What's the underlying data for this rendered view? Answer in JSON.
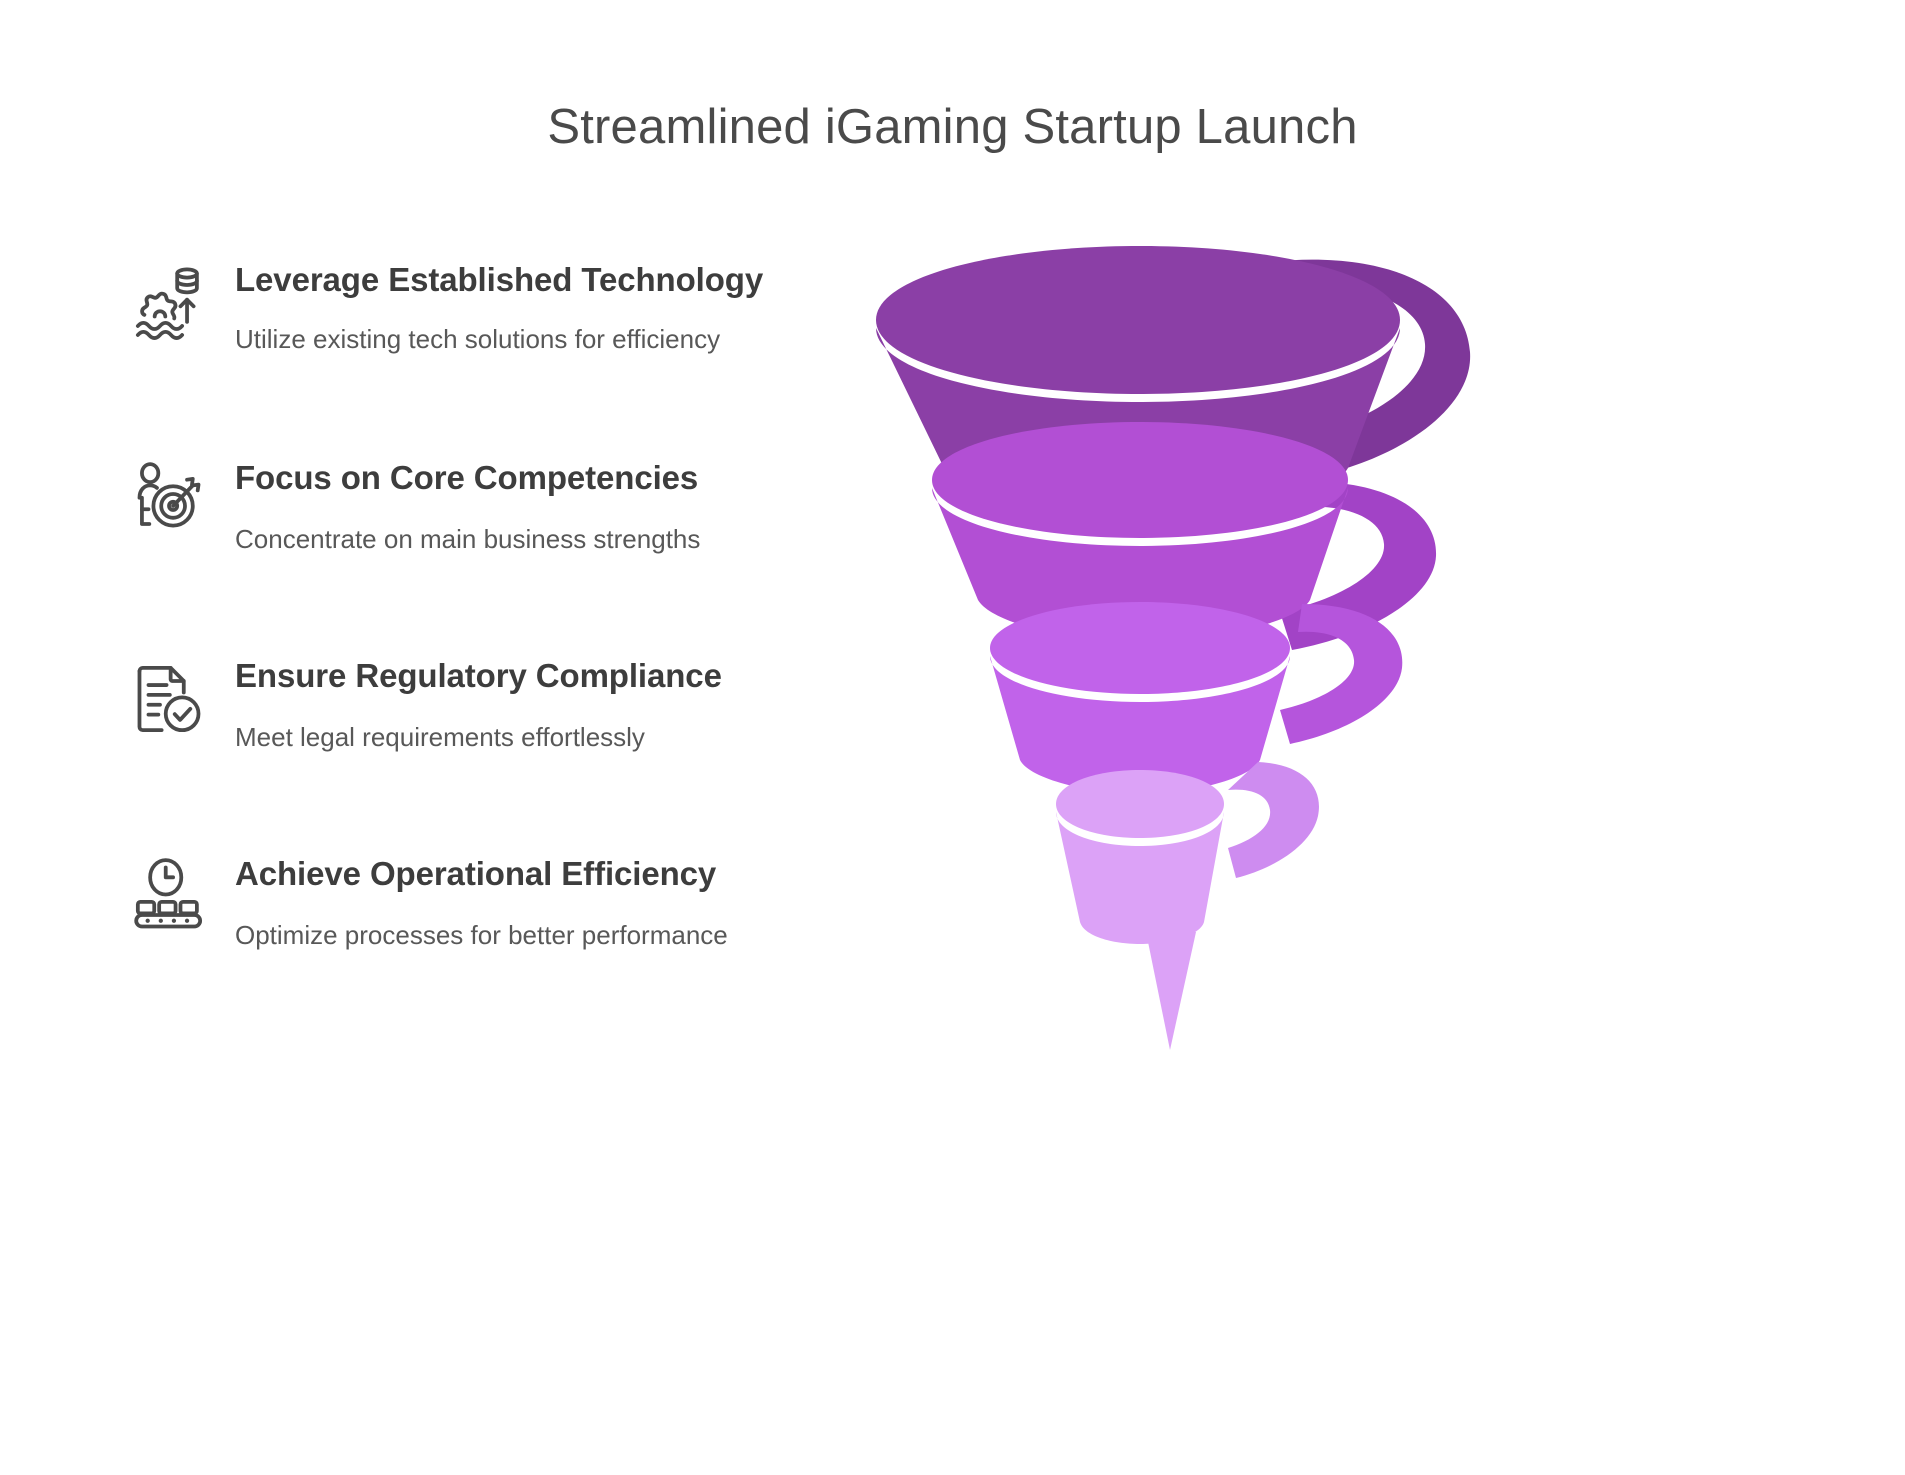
{
  "title": "Streamlined iGaming Startup Launch",
  "theme": {
    "text_dark": "#3d3d3d",
    "text_muted": "#585858",
    "title_color": "#4a4a4a",
    "background": "#ffffff"
  },
  "steps": [
    {
      "icon": "coins-gear-waves-growth-icon",
      "title": "Leverage Established Technology",
      "subtitle": "Utilize existing tech solutions for efficiency",
      "color": "#8B3FA6"
    },
    {
      "icon": "person-target-dart-icon",
      "title": "Focus on Core Competencies",
      "subtitle": "Concentrate on main business strengths",
      "color": "#B24FD4"
    },
    {
      "icon": "document-check-icon",
      "title": "Ensure Regulatory Compliance",
      "subtitle": "Meet legal requirements effortlessly",
      "color": "#C163EA"
    },
    {
      "icon": "clock-conveyor-belt-icon",
      "title": "Achieve Operational Efficiency",
      "subtitle": "Optimize processes for better performance",
      "color": "#DCA2F7"
    }
  ],
  "chart_data": {
    "type": "funnel",
    "title": "Streamlined iGaming Startup Launch",
    "orientation": "vertical-spiral",
    "legend": "none",
    "categories": [
      "Leverage Established Technology",
      "Focus on Core Competencies",
      "Ensure Regulatory Compliance",
      "Achieve Operational Efficiency"
    ],
    "values": [
      4,
      3,
      2,
      1
    ],
    "colors": [
      "#8B3FA6",
      "#B24FD4",
      "#C163EA",
      "#DCA2F7"
    ],
    "descriptions": [
      "Utilize existing tech solutions for efficiency",
      "Concentrate on main business strengths",
      "Meet legal requirements effortlessly",
      "Optimize processes for better performance"
    ]
  }
}
